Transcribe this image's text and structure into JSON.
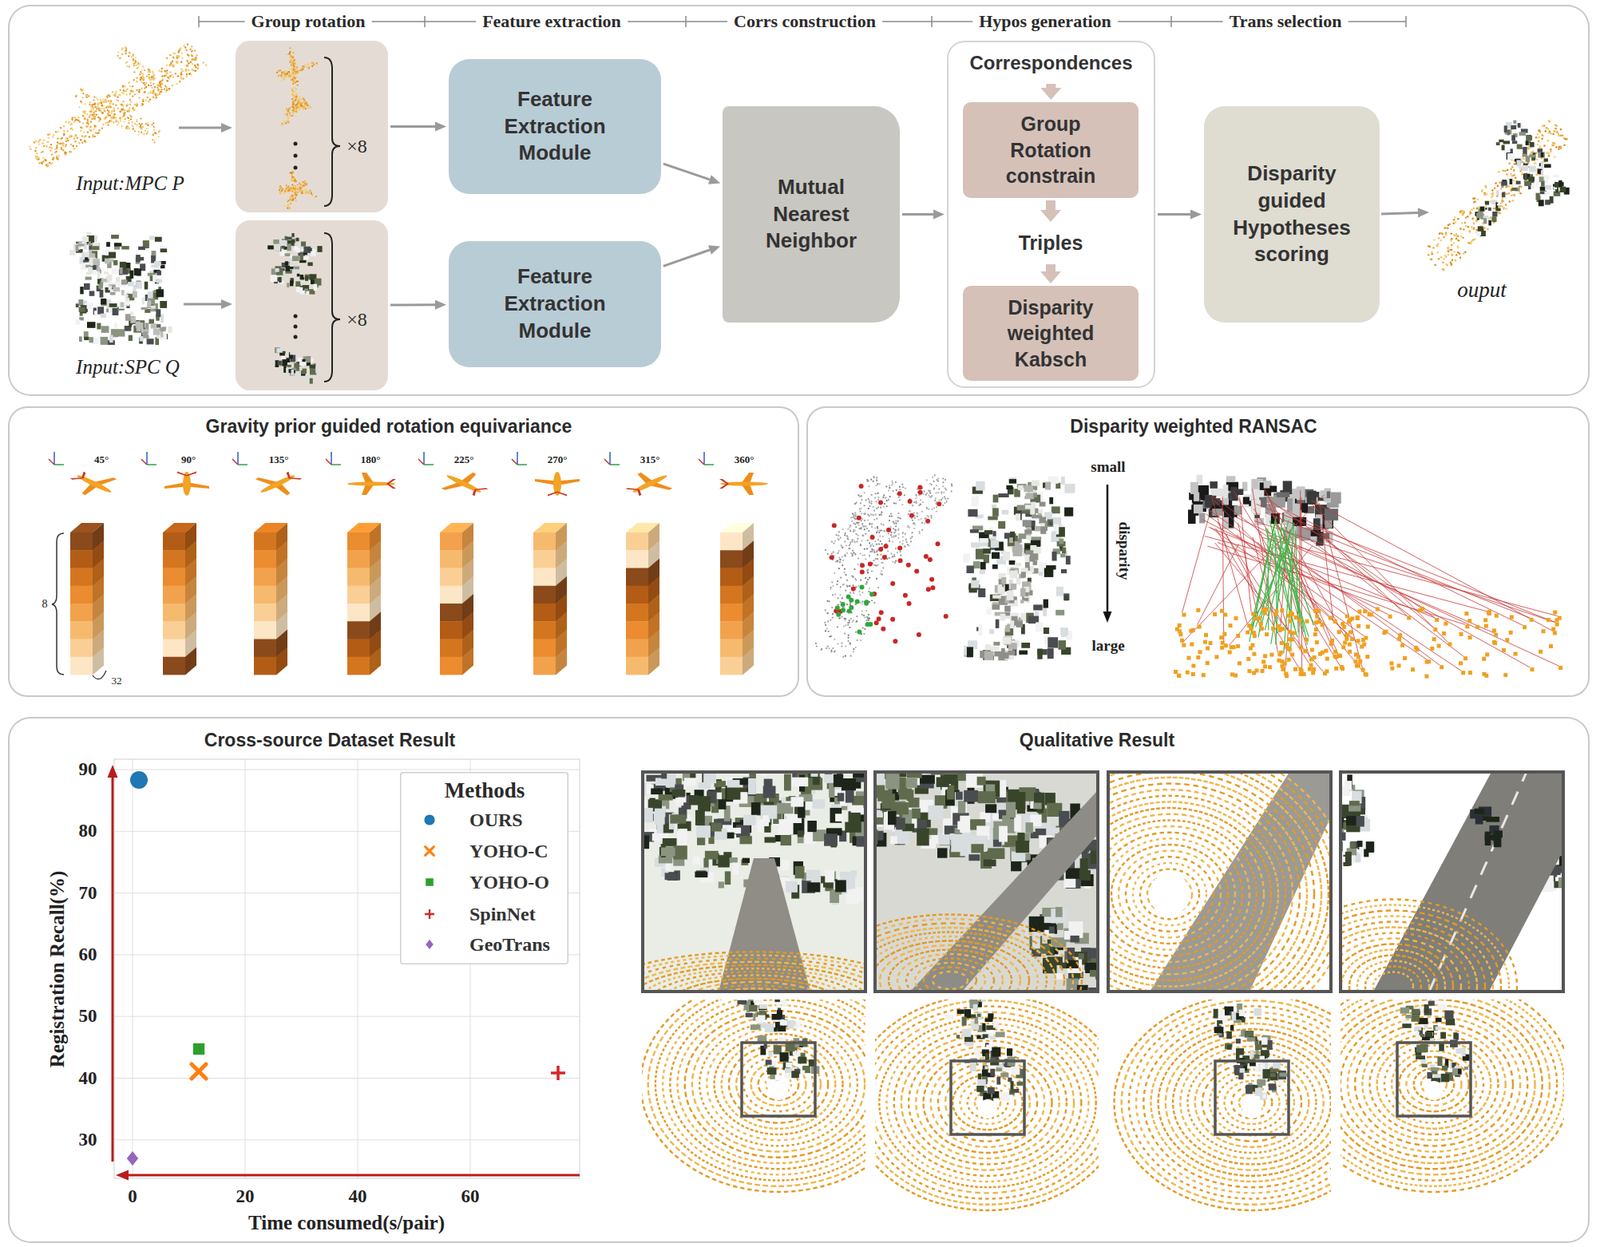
{
  "diagram": {
    "nodes": [
      {
        "text": [
          "Group rotation",
          "Feature extraction",
          "Corrs construction",
          "Hypos generation",
          "Trans selection"
        ]
      },
      {
        "text": [
          "×8"
        ],
        "in": 0
      },
      {
        "text": [
          "×8"
        ],
        "in": 0
      },
      {
        "text": [
          "Feature Extraction Module"
        ],
        "in": 0
      },
      {
        "text": [
          "Feature Extraction Module"
        ],
        "in": 0
      },
      {
        "text": [
          "Mutual Nearest Neighbor"
        ],
        "in": 0
      },
      {
        "text": [],
        "in": 0
      },
      {
        "text": [
          "Correspondences"
        ],
        "in": 6
      },
      {
        "text": [
          "Group Rotation constrain"
        ],
        "in": 6
      },
      {
        "text": [
          "Triples"
        ],
        "in": 6
      },
      {
        "text": [
          "Disparity weighted Kabsch"
        ],
        "in": 6
      },
      {
        "text": [
          "Disparity guided Hypotheses scoring"
        ],
        "in": 0
      },
      {
        "text": [
          "Gravity prior guided rotation equivariance"
        ]
      },
      {
        "text": [
          "Disparity weighted RANSAC"
        ]
      },
      {
        "text": [
          "Cross-source Dataset Result",
          "Qualitative Result"
        ]
      },
      {
        "text": [
          "Methods"
        ],
        "in": 14
      }
    ],
    "edges": [
      {
        "from": 1,
        "to": 3,
        "arrow": "to"
      },
      {
        "from": 2,
        "to": 4,
        "arrow": "to"
      },
      {
        "from": 3,
        "to": 5,
        "arrow": "to"
      },
      {
        "from": 4,
        "to": 5,
        "arrow": "to"
      },
      {
        "from": 5,
        "to": 6,
        "arrow": "to"
      },
      {
        "from": 7,
        "to": 8,
        "arrow": "to"
      },
      {
        "from": 8,
        "to": 9,
        "arrow": "to"
      },
      {
        "from": 9,
        "to": 10,
        "arrow": "to"
      },
      {
        "from": 6,
        "to": 11,
        "arrow": "to"
      }
    ],
    "labels": [
      "Input:MPC P",
      "Input:SPC Q",
      "ouput",
      "45°",
      "90°",
      "135°",
      "180°",
      "225°",
      "270°",
      "315°",
      "360°",
      "8",
      "32",
      "small",
      "disparity",
      "large",
      "90",
      "80",
      "70",
      "60",
      "50",
      "40",
      "30",
      "0",
      "20",
      "40",
      "60",
      "Registration Recall(%)",
      "Time consumed(s/pair)"
    ],
    "legend": [
      {
        "text": "OURS"
      },
      {
        "text": "YOHO-C"
      },
      {
        "text": "YOHO-O"
      },
      {
        "text": "SpinNet"
      },
      {
        "text": "GeoTrans"
      }
    ]
  }
}
